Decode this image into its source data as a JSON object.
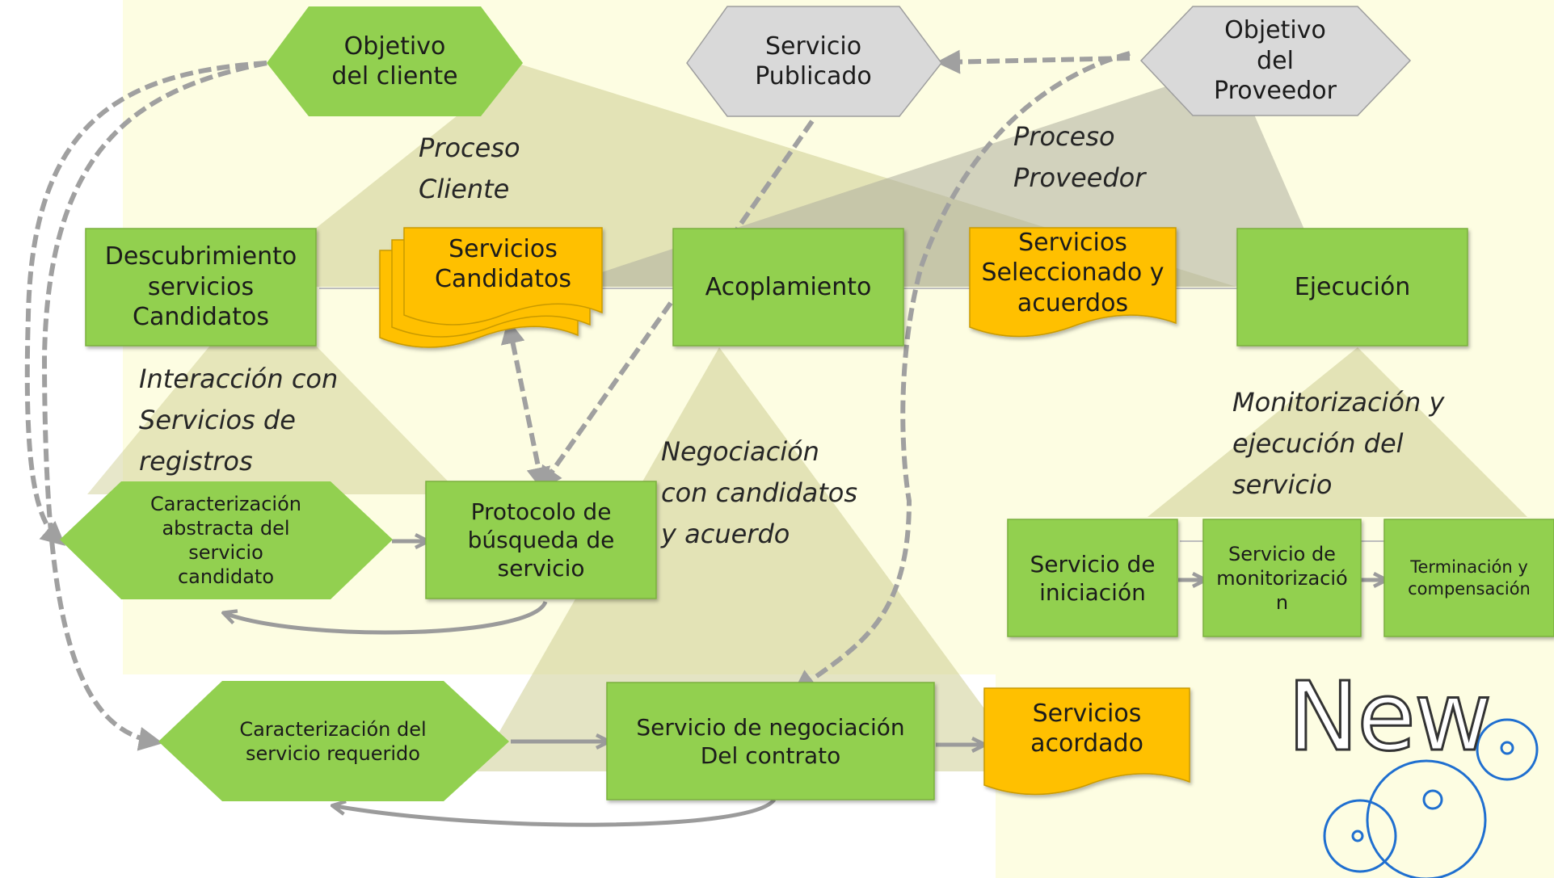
{
  "nodes": {
    "objetivo_cliente": "Objetivo\ndel cliente",
    "servicio_publicado": "Servicio\nPublicado",
    "objetivo_proveedor": "Objetivo\ndel\nProveedor",
    "descubrimiento": "Descubrimiento\nservicios\nCandidatos",
    "servicios_candidatos": "Servicios\nCandidatos",
    "acoplamiento": "Acoplamiento",
    "servicios_seleccionado": "Servicios\nSeleccionado y\nacuerdos",
    "ejecucion": "Ejecución",
    "caracterizacion_abstracta": "Caracterización\nabstracta del\nservicio\ncandidato",
    "protocolo_busqueda": "Protocolo de\nbúsqueda de\nservicio",
    "servicio_iniciacion": "Servicio de\niniciación",
    "servicio_monitorizacion": "Servicio de\nmonitorizació\nn",
    "terminacion": "Terminación y\ncompensación",
    "caracterizacion_requerido": "Caracterización del\nservicio  requerido",
    "servicio_negociacion": "Servicio de negociación\nDel contrato",
    "servicios_acordado": "Servicios\nacordado"
  },
  "regions": {
    "proceso_cliente": "Proceso\nCliente",
    "proceso_proveedor": "Proceso\nProveedor",
    "interaccion_registros": "Interacción con\nServicios de\nregistros",
    "negociacion_candidatos": "Negociación\ncon candidatos\ny acuerdo",
    "monitorizacion_ejecucion": "Monitorización y\nejecución del\nservicio"
  },
  "badge": {
    "new_label": "New"
  },
  "colors": {
    "process_green": "#92d050",
    "goal_grey": "#d9d9d9",
    "document_yellow": "#ffc000",
    "region_olive": "#c9c98a",
    "background_cream": "#fdfde2",
    "connector_grey": "#9b9b9b",
    "bubble_blue": "#1f6fd0"
  }
}
